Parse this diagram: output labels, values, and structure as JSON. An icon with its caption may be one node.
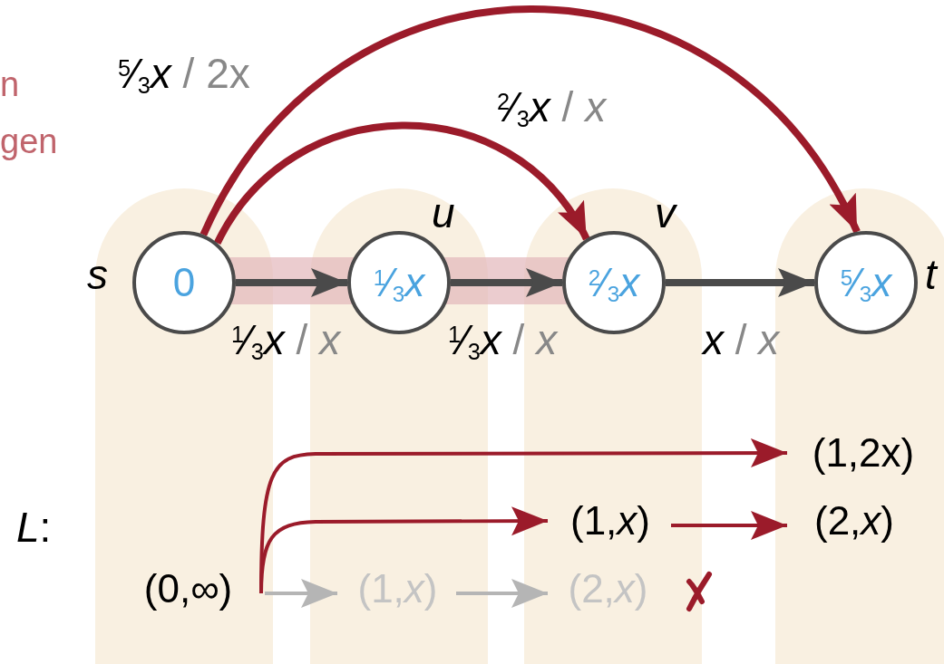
{
  "diagram": {
    "nodes": [
      {
        "text": [
          "0"
        ],
        "beside": [
          "s"
        ]
      },
      {
        "text": [
          "$^{1}$⁄$_{3}$*x*"
        ],
        "beside": [
          "u"
        ]
      },
      {
        "text": [
          "$^{2}$⁄$_{3}$*x*"
        ],
        "beside": [
          "v"
        ]
      },
      {
        "text": [
          "$^{5}$⁄$_{3}$*x*"
        ],
        "beside": [
          "t"
        ]
      },
      {
        "text": [
          "(0,∞)"
        ]
      },
      {
        "text": [
          "(1,*x*)"
        ]
      },
      {
        "text": [
          "(2,*x*)"
        ]
      },
      {
        "text": [
          "(1,*x*)"
        ]
      },
      {
        "text": [
          "(2,*x*)"
        ]
      },
      {
        "text": [
          "(1,2x)"
        ]
      }
    ],
    "edges": [
      {
        "from": 0,
        "to": 1,
        "arrow": "to",
        "label": "$^{1}$⁄$_{3}$*x* / *x*",
        "style": "thick",
        "color": "#4a4a4a"
      },
      {
        "from": 1,
        "to": 2,
        "arrow": "to",
        "label": "$^{1}$⁄$_{3}$*x* / *x*",
        "style": "thick",
        "color": "#4a4a4a"
      },
      {
        "from": 2,
        "to": 3,
        "arrow": "to",
        "label": "*x* / *x*",
        "style": "thick",
        "color": "#4a4a4a"
      },
      {
        "from": 0,
        "to": 2,
        "arrow": "to",
        "label": "$^{2}$⁄$_{3}$*x* / *x*",
        "style": "thick",
        "color": "#9b1b2a"
      },
      {
        "from": 0,
        "to": 3,
        "arrow": "to",
        "label": "$^{5}$⁄$_{3}$*x* / 2x",
        "style": "thick",
        "color": "#9b1b2a"
      },
      {
        "from": 4,
        "to": 5,
        "arrow": "to",
        "color": "#b5b5b5"
      },
      {
        "from": 5,
        "to": 6,
        "arrow": "to",
        "color": "#b5b5b5"
      },
      {
        "from": 4,
        "to": 7,
        "arrow": "to",
        "color": "#9b1b2a"
      },
      {
        "from": 7,
        "to": 8,
        "arrow": "to",
        "color": "#9b1b2a"
      },
      {
        "from": 4,
        "to": 9,
        "arrow": "to",
        "color": "#9b1b2a"
      }
    ],
    "labels": [
      "n",
      "gen",
      "*L*:"
    ]
  }
}
